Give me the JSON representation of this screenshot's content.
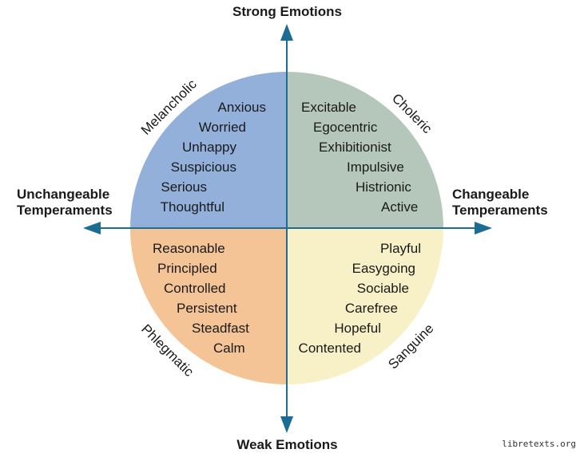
{
  "axes": {
    "top": "Strong Emotions",
    "bottom": "Weak Emotions",
    "left_line1": "Unchangeable",
    "left_line2": "Temperaments",
    "right_line1": "Changeable",
    "right_line2": "Temperaments"
  },
  "colors": {
    "melancholic": "#92b0d9",
    "choleric": "#b5c7bb",
    "phlegmatic": "#f4c496",
    "sanguine": "#f8f1c8",
    "axis": "#1b6d95",
    "text": "#1a1a1a"
  },
  "quadrants": {
    "melancholic": {
      "name": "Melancholic",
      "traits": [
        "Anxious",
        "Worried",
        "Unhappy",
        "Suspicious",
        "Serious",
        "Thoughtful"
      ]
    },
    "choleric": {
      "name": "Choleric",
      "traits": [
        "Excitable",
        "Egocentric",
        "Exhibitionist",
        "Impulsive",
        "Histrionic",
        "Active"
      ]
    },
    "phlegmatic": {
      "name": "Phlegmatic",
      "traits": [
        "Reasonable",
        "Principled",
        "Controlled",
        "Persistent",
        "Steadfast",
        "Calm"
      ]
    },
    "sanguine": {
      "name": "Sanguine",
      "traits": [
        "Playful",
        "Easygoing",
        "Sociable",
        "Carefree",
        "Hopeful",
        "Contented"
      ]
    }
  },
  "watermark": "libretexts.org"
}
